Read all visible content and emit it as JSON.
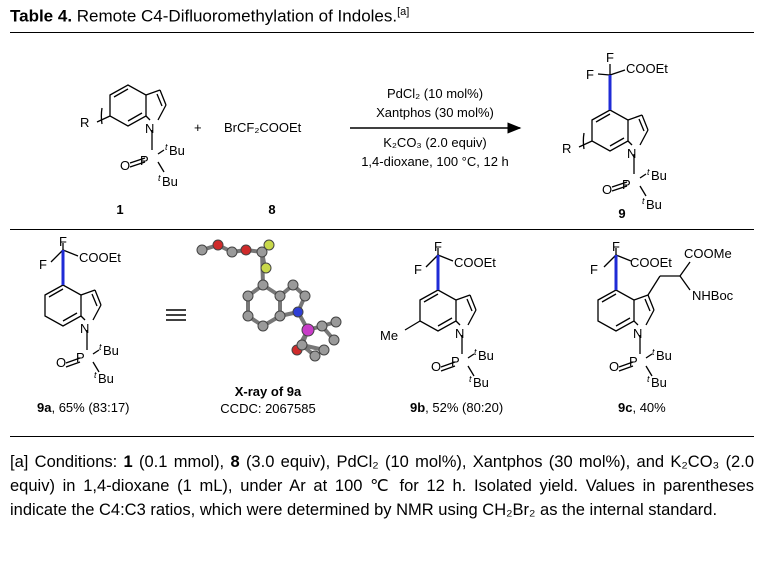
{
  "title": {
    "label": "Table 4.",
    "text": "Remote C4-Difluoromethylation of Indoles.",
    "note_mark": "[a]"
  },
  "scheme": {
    "reagent_8": "BrCF₂COOEt",
    "plus": "+",
    "conditions": [
      "PdCl₂ (10 mol%)",
      "Xantphos (30 mol%)",
      "K₂CO₃ (2.0 equiv)",
      "1,4-dioxane, 100 °C, 12 h"
    ],
    "compound_labels": [
      "1",
      "8",
      "9"
    ],
    "atoms": {
      "R": "R",
      "N": "N",
      "P": "P",
      "O": "O",
      "F": "F",
      "tBu_t": "t",
      "tBu": "Bu",
      "COOEt": "COOEt",
      "COOMe": "COOMe",
      "NHBoc": "NHBoc",
      "Me": "Me"
    }
  },
  "products": [
    {
      "id": "9a",
      "caption": ", 65% (83:17)"
    },
    {
      "id": "xray",
      "caption_bold": "X-ray of 9a",
      "caption2": "CCDC: 2067585"
    },
    {
      "id": "9b",
      "caption": ", 52% (80:20)"
    },
    {
      "id": "9c",
      "caption": ", 40%"
    }
  ],
  "footnote": {
    "mark": "[a]",
    "parts": [
      " Conditions: ",
      "1",
      " (0.1 mmol), ",
      "8",
      " (3.0 equiv), PdCl₂ (10 mol%), Xantphos (30 mol%), and K₂CO₃ (2.0 equiv) in 1,4-dioxane (1 mL), under Ar at 100 ℃ for 12 h. Isolated yield. Values in parentheses indicate the C4:C3 ratios, which were determined by NMR using CH₂Br₂ as the internal standard."
    ]
  },
  "colors": {
    "new_bond": "#1f2bd6",
    "fluorine": "#c8d84a",
    "oxygen": "#cf2a2a",
    "phosphorus": "#c83cc8",
    "carbon": "#8a8a8a",
    "nitrogen": "#2f3fd6"
  }
}
